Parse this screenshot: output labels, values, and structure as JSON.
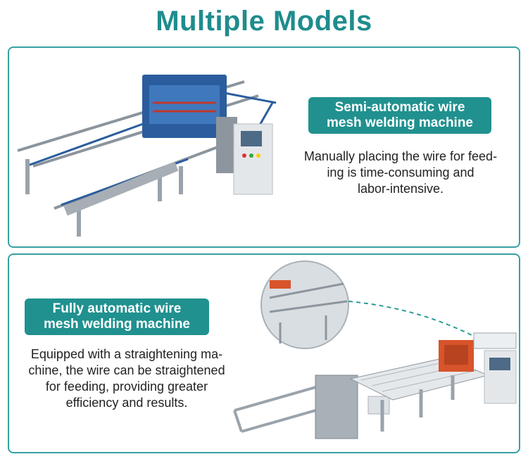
{
  "header": {
    "title": "Multiple Models"
  },
  "models": [
    {
      "badge_line1": "Semi-automatic wire",
      "badge_line2": "mesh welding machine",
      "desc_lines": [
        "Manually placing the wire for feed-",
        "ing is time-consuming and",
        "labor-intensive."
      ],
      "image_icon": "semi-automatic-machine-illustration"
    },
    {
      "badge_line1": "Fully automatic wire",
      "badge_line2": "mesh welding machine",
      "desc_lines": [
        "Equipped with a straightening ma-",
        "chine, the wire can be straightened",
        "for feeding, providing greater",
        "efficiency and results."
      ],
      "image_icon": "fully-automatic-machine-illustration"
    }
  ],
  "colors": {
    "accent": "#1f8c8d",
    "badge_bg": "#20918f",
    "border": "#35a1a4",
    "frame_blue": "#2b5d9e",
    "frame_grey": "#9aa3ab"
  }
}
